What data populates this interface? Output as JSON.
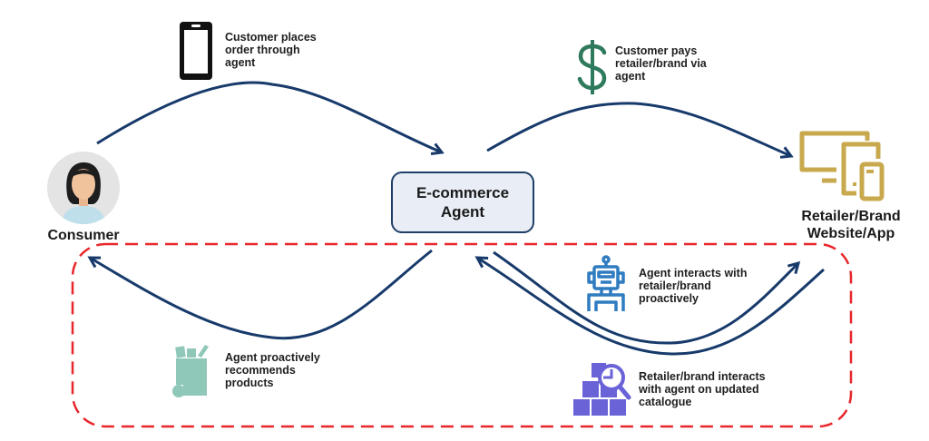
{
  "title": "E-commerce Agent interaction flow",
  "nodes": {
    "consumer": {
      "label": "Consumer"
    },
    "agent": {
      "label_line1": "E-commerce",
      "label_line2": "Agent"
    },
    "retailer": {
      "label_line1": "Retailer/Brand",
      "label_line2": "Website/App"
    }
  },
  "steps": [
    {
      "id": "place-order",
      "icon": "smartphone-icon",
      "line1": "Customer places",
      "line2": "order through",
      "line3": "agent"
    },
    {
      "id": "pay",
      "icon": "dollar-icon",
      "line1": "Customer pays",
      "line2": "retailer/brand via",
      "line3": "agent"
    },
    {
      "id": "recommend",
      "icon": "grocery-bag-icon",
      "line1": "Agent proactively",
      "line2": "recommends",
      "line3": "products"
    },
    {
      "id": "agent-interacts",
      "icon": "robot-icon",
      "line1": "Agent interacts with",
      "line2": "retailer/brand",
      "line3": "proactively"
    },
    {
      "id": "catalogue",
      "icon": "catalogue-search-icon",
      "line1": "Retailer/brand interacts",
      "line2": "with agent on updated",
      "line3": "catalogue"
    }
  ],
  "colors": {
    "arrow": "#173a6b",
    "dashed_border": "#e8262b",
    "agent_box_fill": "#e9eef6",
    "agent_box_border": "#1e3f66",
    "dollar": "#2e7a5c",
    "devices": "#c9a94e",
    "robot": "#2f7cc1",
    "bag": "#8fc8b8",
    "catalogue": "#6a63d8"
  }
}
